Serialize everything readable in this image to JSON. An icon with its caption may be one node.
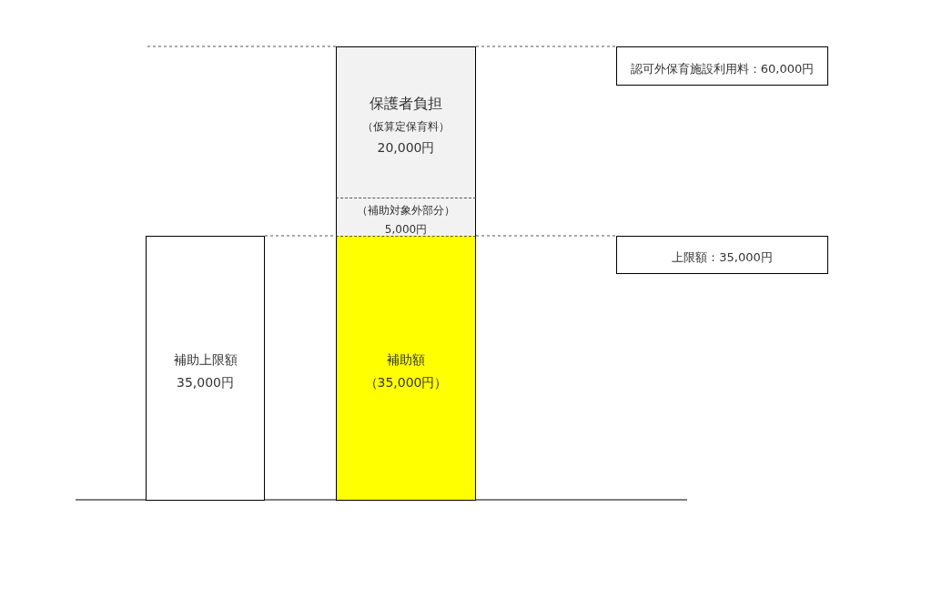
{
  "diagram": {
    "nodes": [
      {
        "text": [
          "保護者負担",
          "（仮算定保育料）",
          "20,000円"
        ]
      },
      {
        "text": [
          "（補助対象外部分）",
          "5,000円"
        ]
      },
      {
        "text": [
          "補助上限額",
          "35,000円"
        ]
      },
      {
        "text": [
          "補助額",
          "（35,000円）"
        ]
      },
      {
        "text": [
          "認可外保育施設利用料：60,000円"
        ]
      },
      {
        "text": [
          "上限額：35,000円"
        ]
      }
    ],
    "edges": [
      {
        "from": 0,
        "to": 4,
        "arrow": "none",
        "style": "dashed"
      },
      {
        "from": 2,
        "to": 3,
        "arrow": "none",
        "style": "dashed"
      },
      {
        "from": 3,
        "to": 5,
        "arrow": "none",
        "style": "dashed"
      }
    ]
  }
}
